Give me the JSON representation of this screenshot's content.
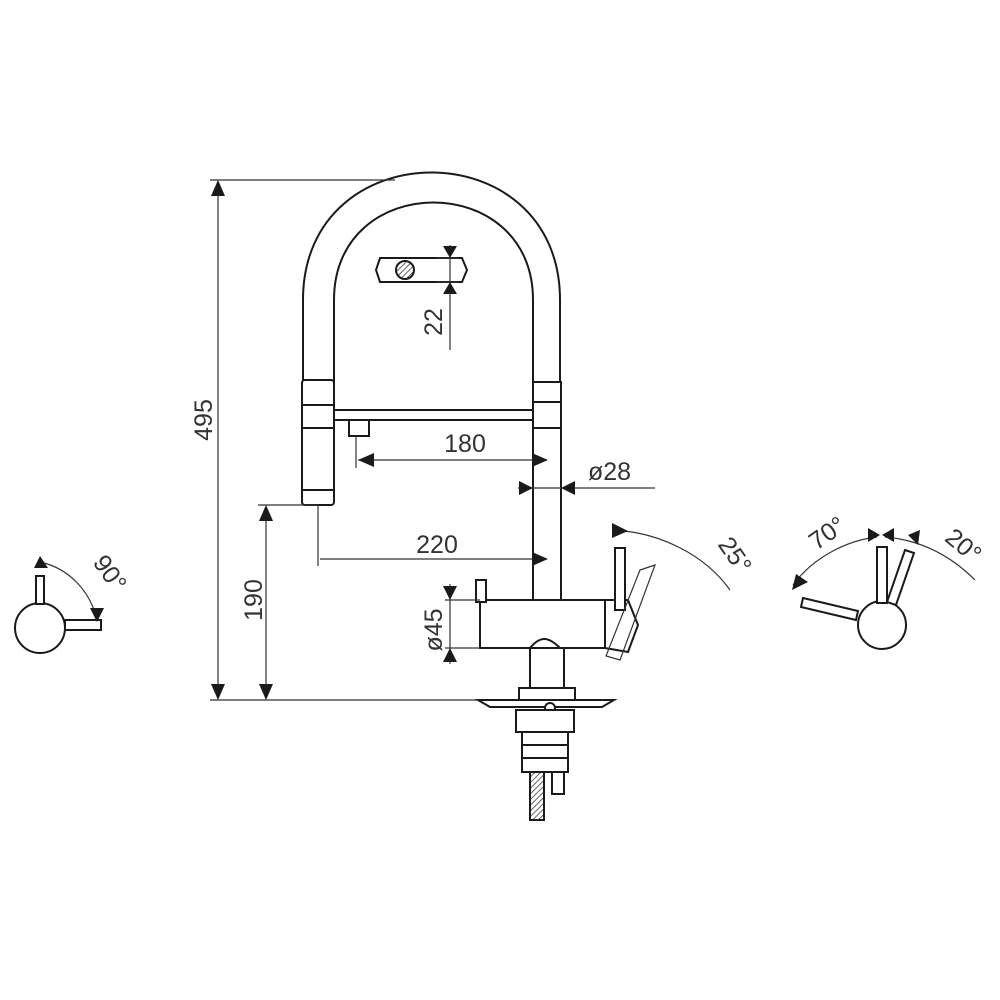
{
  "dimensions": {
    "total_height": "495",
    "spout_height": "190",
    "aerator_thickness": "22",
    "reach_inner": "180",
    "reach_outer": "220",
    "spout_diameter": "ø28",
    "base_diameter": "ø45"
  },
  "angles": {
    "left_handle_rotation": "90°",
    "right_lever_tilt": "25°",
    "side_lever_back": "70°",
    "side_lever_forward": "20°"
  },
  "colors": {
    "stroke": "#1a1a1a",
    "text": "#333333",
    "background": "#ffffff"
  }
}
